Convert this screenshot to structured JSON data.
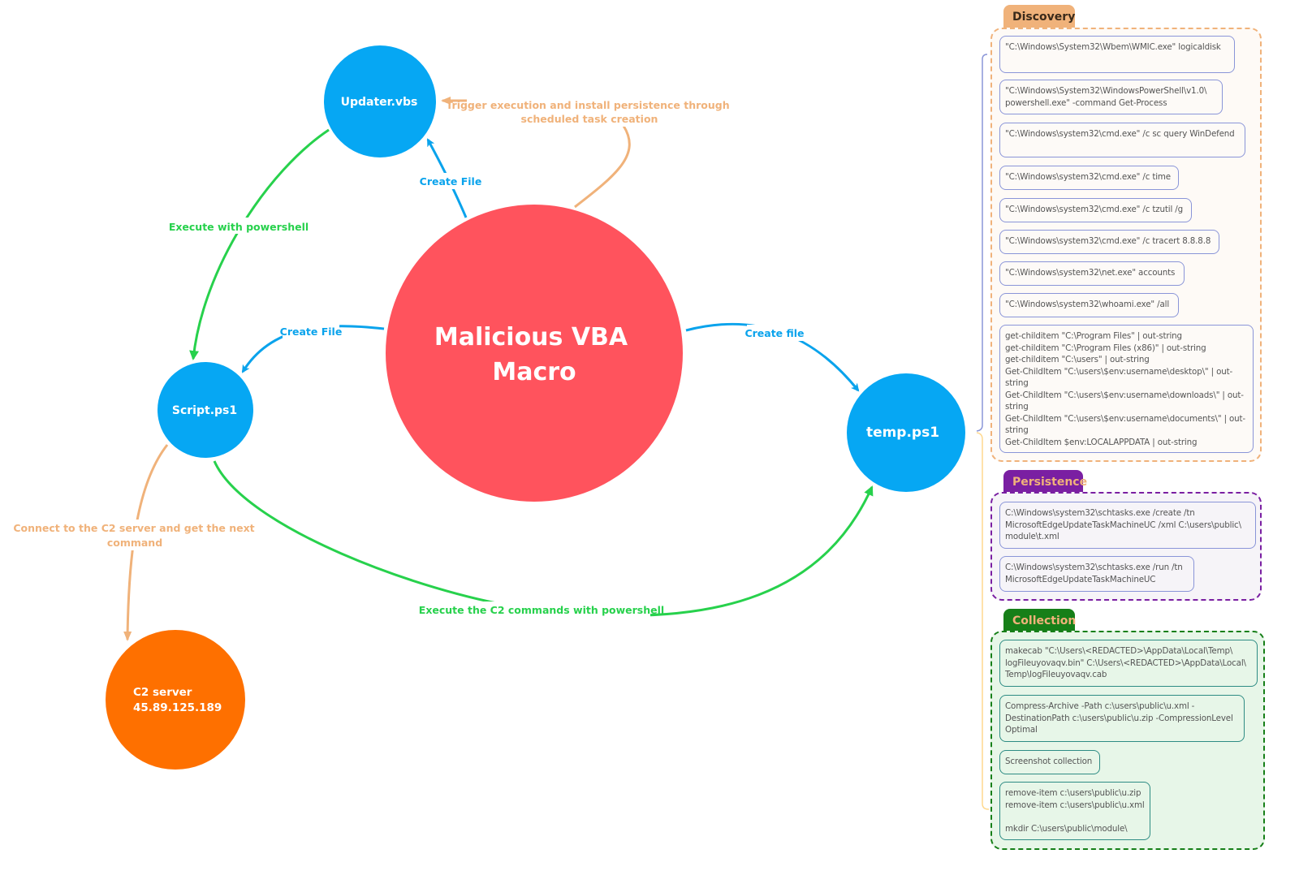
{
  "colors": {
    "macro": "#ff535d",
    "file_node": "#06a7f3",
    "c2_node": "#fe7000",
    "blue_edge": "#0aa3ec",
    "green_edge": "#27d14c",
    "orange_edge": "#f0b27a",
    "discovery_tab": "#f0b27a",
    "persistence_tab": "#7a1fa2",
    "collection_tab": "#167f18"
  },
  "nodes": {
    "macro": {
      "line1": "Malicious VBA",
      "line2": "Macro"
    },
    "updater": {
      "label": "Updater.vbs"
    },
    "script": {
      "label": "Script.ps1"
    },
    "temp": {
      "label": "temp.ps1"
    },
    "c2": {
      "line1": "C2 server",
      "line2": "45.89.125.189"
    }
  },
  "edges": {
    "macro_to_updater": "Create File",
    "macro_to_script": "Create File",
    "macro_to_temp": "Create file",
    "updater_to_script": "Execute with powershell",
    "trigger": {
      "line1": "Trigger execution and install persistence through",
      "line2": "scheduled task creation"
    },
    "script_to_c2": {
      "line1": "Connect to the C2 server and get the next",
      "line2": "command"
    },
    "script_to_temp": "Execute the C2 commands with powershell"
  },
  "panels": {
    "discovery": {
      "title": "Discovery",
      "items": [
        "\"C:\\Windows\\System32\\Wbem\\WMIC.exe\" logicaldisk",
        "\"C:\\Windows\\System32\\WindowsPowerShell\\v1.0\\\npowershell.exe\" -command Get-Process",
        "\"C:\\Windows\\system32\\cmd.exe\" /c sc query WinDefend",
        "\"C:\\Windows\\system32\\cmd.exe\" /c time",
        "\"C:\\Windows\\system32\\cmd.exe\" /c tzutil /g",
        "\"C:\\Windows\\system32\\cmd.exe\" /c tracert 8.8.8.8",
        "\"C:\\Windows\\system32\\net.exe\" accounts",
        "\"C:\\Windows\\system32\\whoami.exe\" /all",
        "get-childitem \"C:\\Program Files\" | out-string\nget-childitem \"C:\\Program Files (x86)\" | out-string\nget-childitem \"C:\\users\" | out-string\nGet-ChildItem \"C:\\users\\$env:username\\desktop\\\" | out-\nstring\nGet-ChildItem \"C:\\users\\$env:username\\downloads\\\" | out-\nstring\nGet-ChildItem \"C:\\users\\$env:username\\documents\\\" | out-\nstring\nGet-ChildItem $env:LOCALAPPDATA | out-string"
      ]
    },
    "persistence": {
      "title": "Persistence",
      "items": [
        "C:\\Windows\\system32\\schtasks.exe /create /tn\nMicrosoftEdgeUpdateTaskMachineUC /xml C:\\users\\public\\\nmodule\\t.xml",
        "C:\\Windows\\system32\\schtasks.exe /run /tn\nMicrosoftEdgeUpdateTaskMachineUC"
      ]
    },
    "collection": {
      "title": "Collection",
      "items": [
        "makecab \"C:\\Users\\<REDACTED>\\AppData\\Local\\Temp\\\nlogFileuyovaqv.bin\" C:\\Users\\<REDACTED>\\AppData\\Local\\\nTemp\\logFileuyovaqv.cab",
        "Compress-Archive -Path c:\\users\\public\\u.xml -\nDestinationPath c:\\users\\public\\u.zip -CompressionLevel\nOptimal",
        "Screenshot collection",
        "remove-item c:\\users\\public\\u.zip\nremove-item c:\\users\\public\\u.xml\n\nmkdir C:\\users\\public\\module\\"
      ]
    }
  }
}
